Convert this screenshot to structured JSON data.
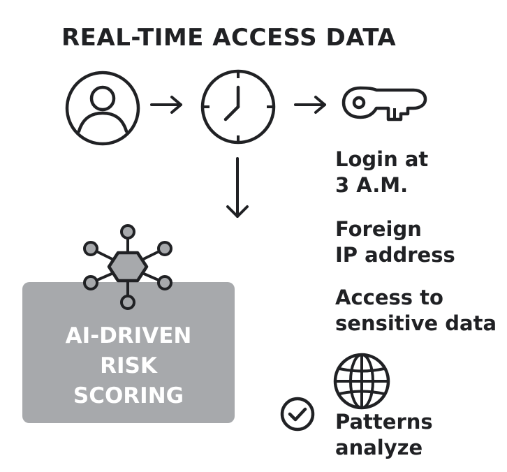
{
  "title": "REAL-TIME ACCESS DATA",
  "signals": [
    {
      "lines": [
        "Login at",
        "3 A.M."
      ]
    },
    {
      "lines": [
        "Foreign",
        "IP address"
      ]
    },
    {
      "lines": [
        "Access to",
        "sensitive data"
      ]
    }
  ],
  "risk_box": {
    "lines": [
      "AI-DRIVEN",
      "RISK",
      "SCORING"
    ],
    "fill": "#a7a9ac",
    "text_color": "#ffffff"
  },
  "outcome": {
    "lines": [
      "Patterns",
      "analyze"
    ]
  },
  "icons": {
    "user": "user-icon",
    "clock": "clock-icon",
    "key": "key-icon",
    "network": "network-icon",
    "globe": "globe-icon",
    "check": "checkmark-icon",
    "arrow_right": "arrow-right-icon",
    "arrow_down": "arrow-down-icon"
  },
  "colors": {
    "ink": "#202124",
    "node_fill": "#a7a9ac"
  }
}
